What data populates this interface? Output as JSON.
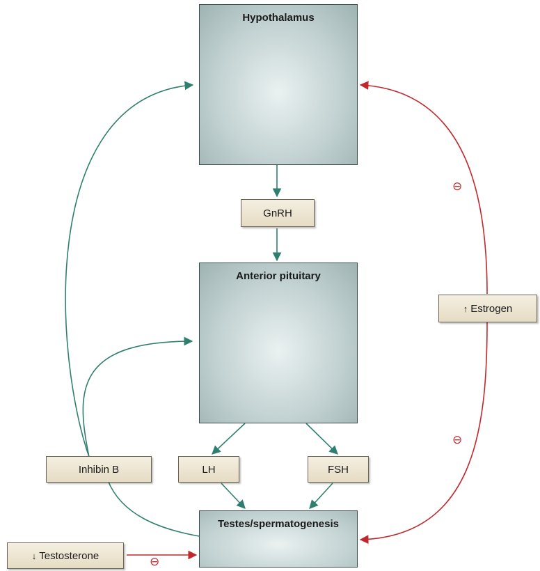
{
  "organs": {
    "hypothalamus": "Hypothalamus",
    "pituitary": "Anterior pituitary",
    "testes": "Testes/spermatogenesis"
  },
  "hormones": {
    "gnrh": "GnRH",
    "lh": "LH",
    "fsh": "FSH",
    "inhibin": "Inhibin B",
    "estrogen": "Estrogen",
    "estrogen_arrow": "↑",
    "testosterone": "Testosterone",
    "testosterone_arrow": "↓"
  },
  "inhibition_symbol": "⊖",
  "colors": {
    "stimulatory": "#2f7f6f",
    "inhibitory": "#c0282d",
    "organ_border": "#3d4a4a",
    "label_fill": "#ebe2cc"
  }
}
